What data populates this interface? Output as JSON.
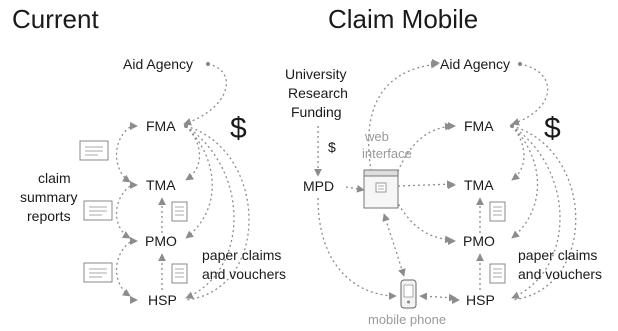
{
  "titles": {
    "current": "Current",
    "claim_mobile": "Claim Mobile"
  },
  "current": {
    "aid_agency": "Aid Agency",
    "fma": "FMA",
    "tma": "TMA",
    "pmo": "PMO",
    "hsp": "HSP",
    "dollar": "$",
    "claim_summary_reports": [
      "claim",
      "summary",
      "reports"
    ],
    "paper_claims": [
      "paper claims",
      "and vouchers"
    ]
  },
  "mobile": {
    "university_funding": [
      "University",
      "Research",
      "Funding"
    ],
    "dollar_small": "$",
    "mpd": "MPD",
    "web_interface": [
      "web",
      "interface"
    ],
    "aid_agency": "Aid Agency",
    "fma": "FMA",
    "tma": "TMA",
    "pmo": "PMO",
    "hsp": "HSP",
    "dollar": "$",
    "paper_claims": [
      "paper claims",
      "and vouchers"
    ],
    "mobile_phone": "mobile phone"
  },
  "colors": {
    "text": "#1a1a1a",
    "arrow": "#8c8c8c",
    "annotation_gray": "#9a9a9a"
  },
  "icons": {
    "report": "report-document-icon",
    "voucher": "voucher-document-icon",
    "web": "web-interface-window-icon",
    "phone": "mobile-phone-icon"
  }
}
